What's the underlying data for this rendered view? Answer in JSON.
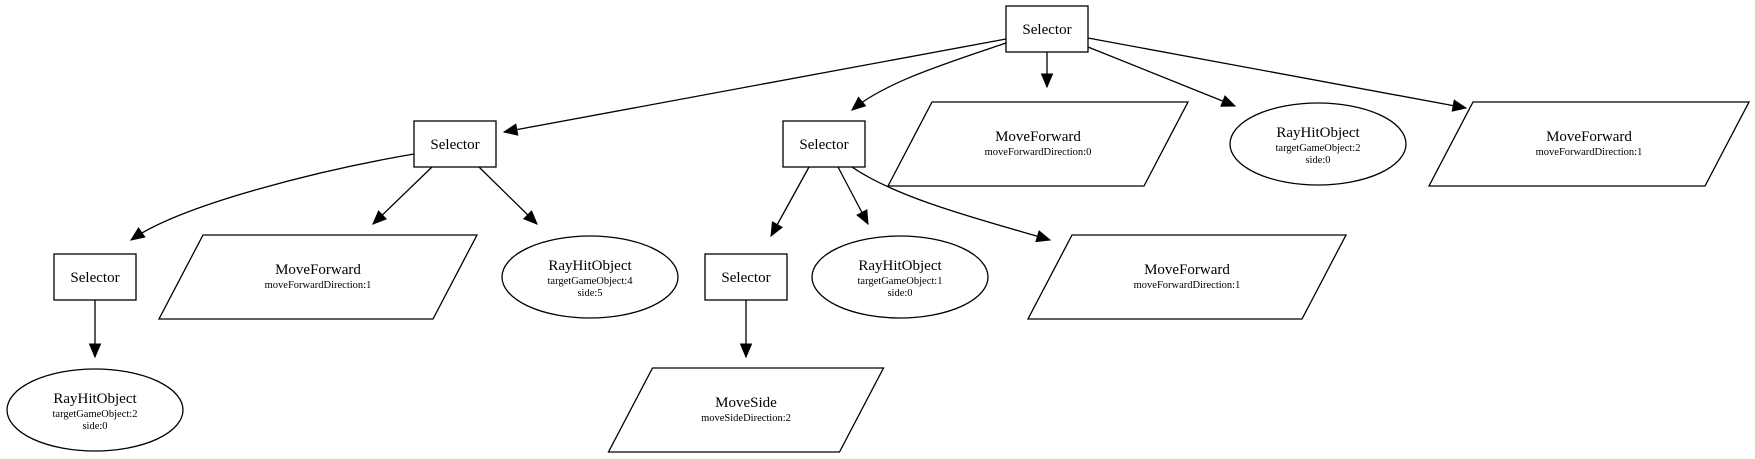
{
  "nodes": [
    {
      "id": "n0",
      "shape": "box",
      "label": "Selector",
      "params": []
    },
    {
      "id": "n1",
      "shape": "box",
      "label": "Selector",
      "params": []
    },
    {
      "id": "n2",
      "shape": "box",
      "label": "Selector",
      "params": []
    },
    {
      "id": "n3",
      "shape": "para",
      "label": "MoveForward",
      "params": [
        "moveForwardDirection:0"
      ]
    },
    {
      "id": "n4",
      "shape": "oval",
      "label": "RayHitObject",
      "params": [
        "targetGameObject:2",
        "side:0"
      ]
    },
    {
      "id": "n5",
      "shape": "para",
      "label": "MoveForward",
      "params": [
        "moveForwardDirection:1"
      ]
    },
    {
      "id": "n6",
      "shape": "box",
      "label": "Selector",
      "params": []
    },
    {
      "id": "n7",
      "shape": "para",
      "label": "MoveForward",
      "params": [
        "moveForwardDirection:1"
      ]
    },
    {
      "id": "n8",
      "shape": "oval",
      "label": "RayHitObject",
      "params": [
        "targetGameObject:4",
        "side:5"
      ]
    },
    {
      "id": "n9",
      "shape": "box",
      "label": "Selector",
      "params": []
    },
    {
      "id": "n10",
      "shape": "oval",
      "label": "RayHitObject",
      "params": [
        "targetGameObject:1",
        "side:0"
      ]
    },
    {
      "id": "n11",
      "shape": "para",
      "label": "MoveForward",
      "params": [
        "moveForwardDirection:1"
      ]
    },
    {
      "id": "n12",
      "shape": "oval",
      "label": "RayHitObject",
      "params": [
        "targetGameObject:2",
        "side:0"
      ]
    },
    {
      "id": "n13",
      "shape": "para",
      "label": "MoveSide",
      "params": [
        "moveSideDirection:2"
      ]
    }
  ],
  "edges": [
    {
      "from": "n0",
      "to": "n1"
    },
    {
      "from": "n0",
      "to": "n2"
    },
    {
      "from": "n0",
      "to": "n3"
    },
    {
      "from": "n0",
      "to": "n4"
    },
    {
      "from": "n0",
      "to": "n5"
    },
    {
      "from": "n1",
      "to": "n6"
    },
    {
      "from": "n1",
      "to": "n7"
    },
    {
      "from": "n1",
      "to": "n8"
    },
    {
      "from": "n2",
      "to": "n9"
    },
    {
      "from": "n2",
      "to": "n10"
    },
    {
      "from": "n2",
      "to": "n11"
    },
    {
      "from": "n6",
      "to": "n12"
    },
    {
      "from": "n9",
      "to": "n13"
    }
  ]
}
